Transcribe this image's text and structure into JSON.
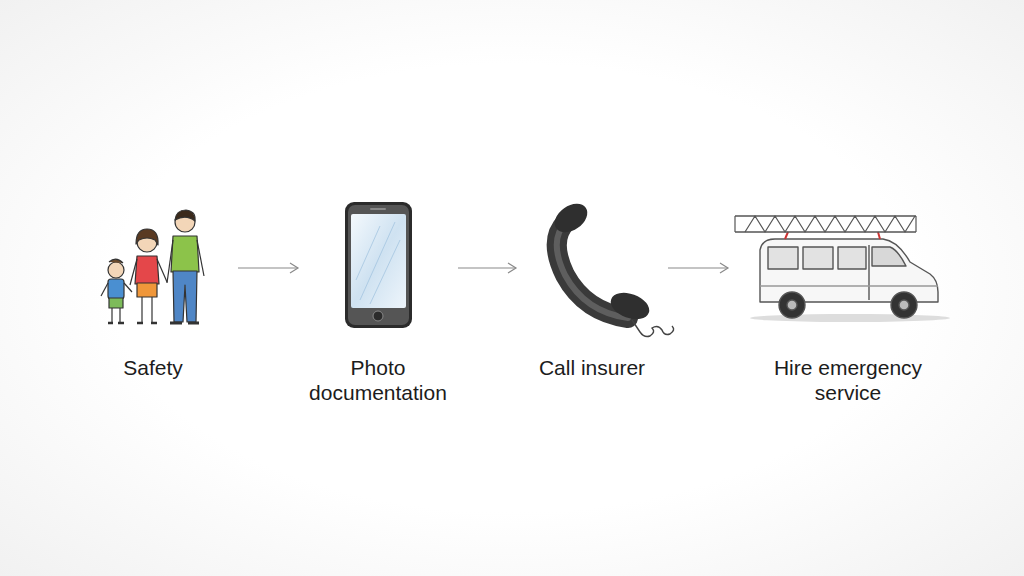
{
  "diagram": {
    "nodes": [
      {
        "text": [
          "Safety"
        ]
      },
      {
        "text": [
          "Photo documentation"
        ]
      },
      {
        "text": [
          "Call insurer"
        ]
      },
      {
        "text": [
          "Hire emergency service"
        ]
      }
    ],
    "edges": [
      {
        "from": 0,
        "to": 1,
        "arrow": "to"
      },
      {
        "from": 1,
        "to": 2,
        "arrow": "to"
      },
      {
        "from": 2,
        "to": 3,
        "arrow": "to"
      }
    ]
  }
}
